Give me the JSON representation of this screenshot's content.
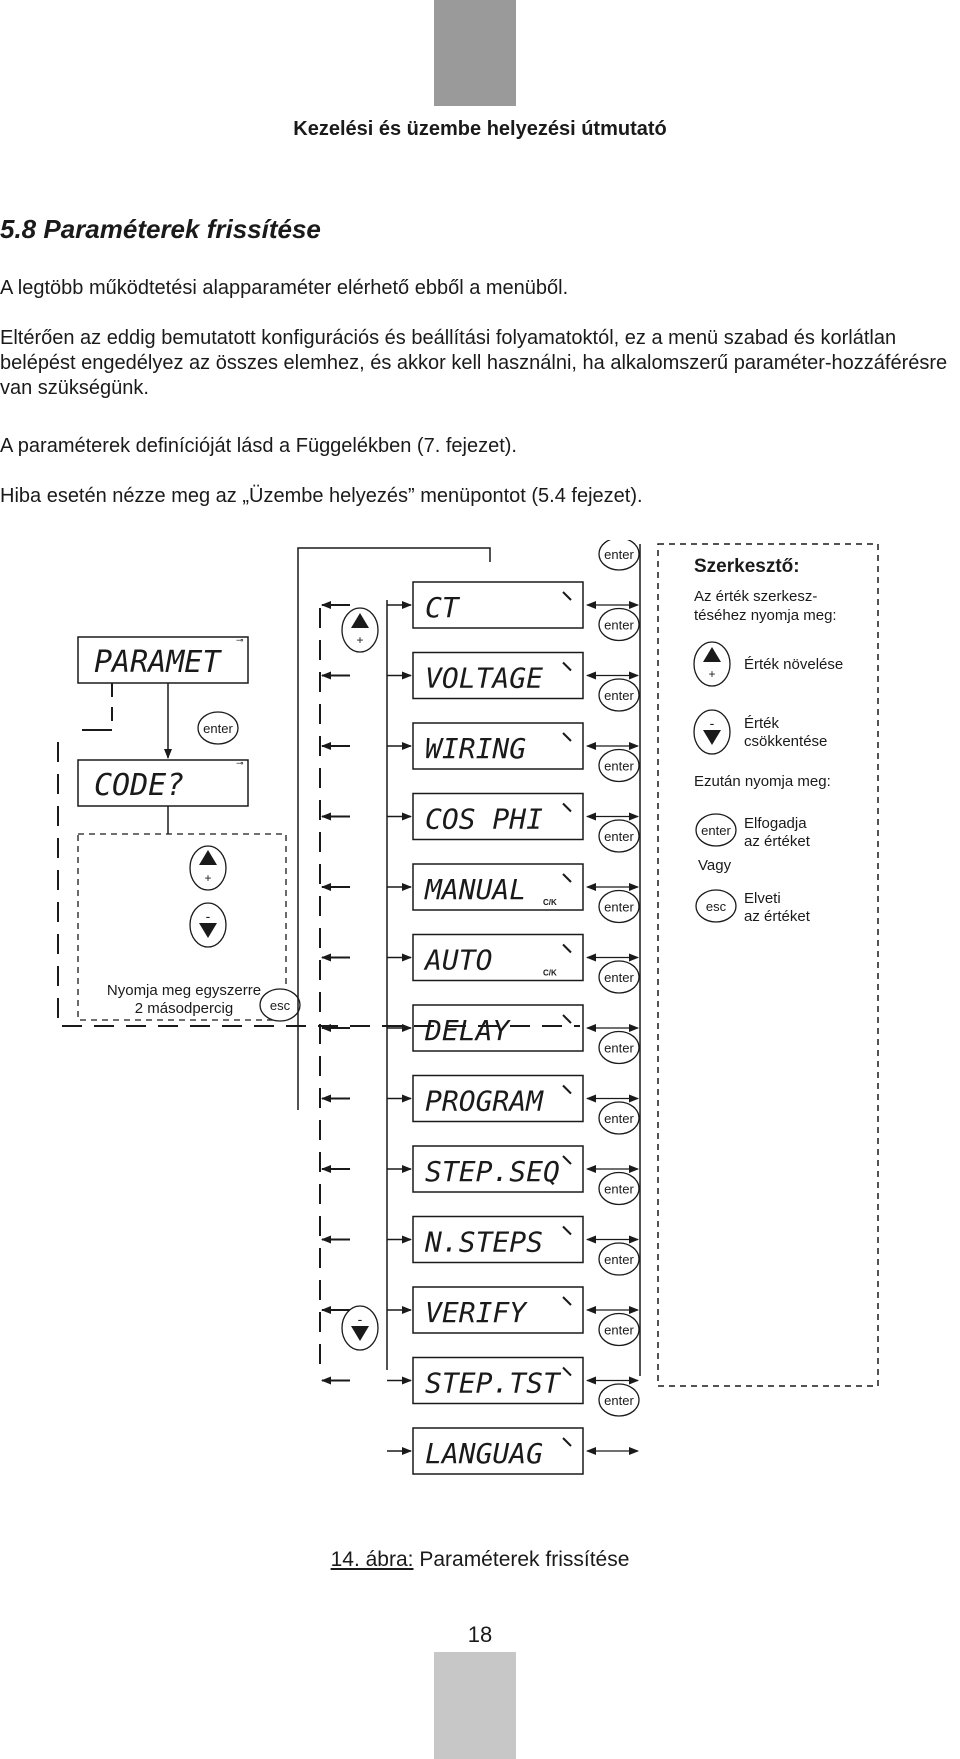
{
  "header": {
    "title": "Kezelési és üzembe helyezési útmutató"
  },
  "section": {
    "title": "5.8 Paraméterek frissítése"
  },
  "paragraphs": [
    "A legtöbb működtetési alapparaméter elérhető ebből a menüből.",
    "Eltérően az eddig bemutatott konfigurációs és beállítási folyamatoktól, ez a menü szabad és korlátlan belépést engedélyez az összes elemhez, és akkor kell használni, ha alkalomszerű paraméter-hozzáférésre van szükségünk.",
    "A paraméterek definícióját lásd a Függelékben (7. fejezet).",
    "Hiba esetén nézze meg az „Üzembe helyezés” menüpontot (5.4 fejezet)."
  ],
  "figure": {
    "left_displays": {
      "param": "PARAMET",
      "code": "CODE?"
    },
    "enter_label": "enter",
    "esc_label": "esc",
    "plus_sign": "+",
    "minus_sign": "-",
    "press_note": [
      "Nyomja meg egyszerre",
      "2 másodpercig"
    ],
    "menu_items": [
      {
        "label": "CT",
        "ck": ""
      },
      {
        "label": "VOLTAGE",
        "ck": ""
      },
      {
        "label": "WIRING",
        "ck": ""
      },
      {
        "label": "COS PHI",
        "ck": ""
      },
      {
        "label": "MANUAL",
        "ck": "C/K"
      },
      {
        "label": "AUTO",
        "ck": "C/K"
      },
      {
        "label": "DELAY",
        "ck": ""
      },
      {
        "label": "PROGRAM",
        "ck": ""
      },
      {
        "label": "STEP.SEQ",
        "ck": ""
      },
      {
        "label": "N.STEPS",
        "ck": ""
      },
      {
        "label": "VERIFY",
        "ck": ""
      },
      {
        "label": "STEP.TST",
        "ck": ""
      },
      {
        "label": "LANGUAG",
        "ck": ""
      }
    ],
    "editor": {
      "title": "Szerkesztő:",
      "intro": [
        "Az érték szerkesz-",
        "téséhez nyomja meg:"
      ],
      "increase": "Érték növelése",
      "decrease": [
        "Érték",
        "csökkentése"
      ],
      "then": "Ezután nyomja meg:",
      "accept": [
        "Elfogadja",
        "az értéket"
      ],
      "or": "Vagy",
      "reject": [
        "Elveti",
        "az értéket"
      ]
    }
  },
  "caption": {
    "figure_label": "14. ábra:",
    "text": " Paraméterek frissítése"
  },
  "page_number": "18"
}
